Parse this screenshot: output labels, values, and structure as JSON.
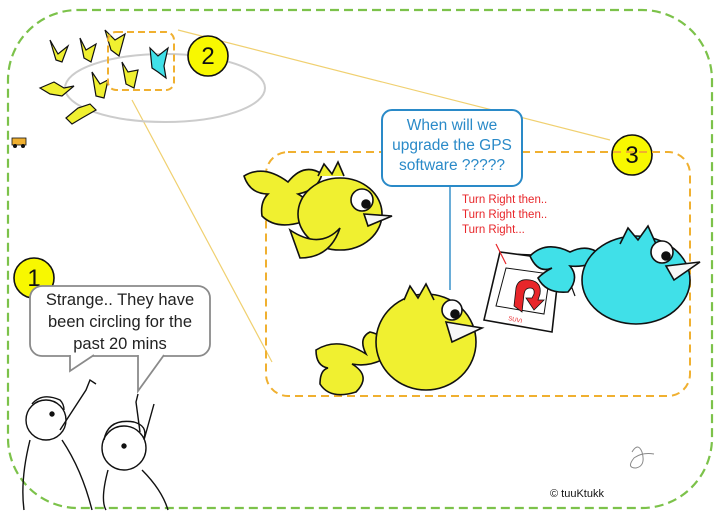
{
  "callouts": {
    "one": {
      "number": "1",
      "text_lines": [
        "Strange.. They have",
        "been circling for the",
        "past 20 mins"
      ]
    },
    "two": {
      "number": "2"
    },
    "three": {
      "number": "3"
    }
  },
  "gps_question": {
    "text_lines": [
      "When will we",
      "upgrade the GPS",
      "software ?????"
    ]
  },
  "gps_device": {
    "instructions": [
      "Turn Right then..",
      "Turn Right then..",
      "Turn Right..."
    ],
    "brand_label": "SUVI"
  },
  "copyright": "© tuuKtukk",
  "colors": {
    "yellow_bird": "#f0f030",
    "blue_bird": "#40e0e8",
    "frame_green": "#7cc24a",
    "zoom_orange": "#f0b030",
    "number_circle": "#f8f800",
    "gps_blue": "#2a8ac8",
    "red_text": "#e8262a"
  }
}
